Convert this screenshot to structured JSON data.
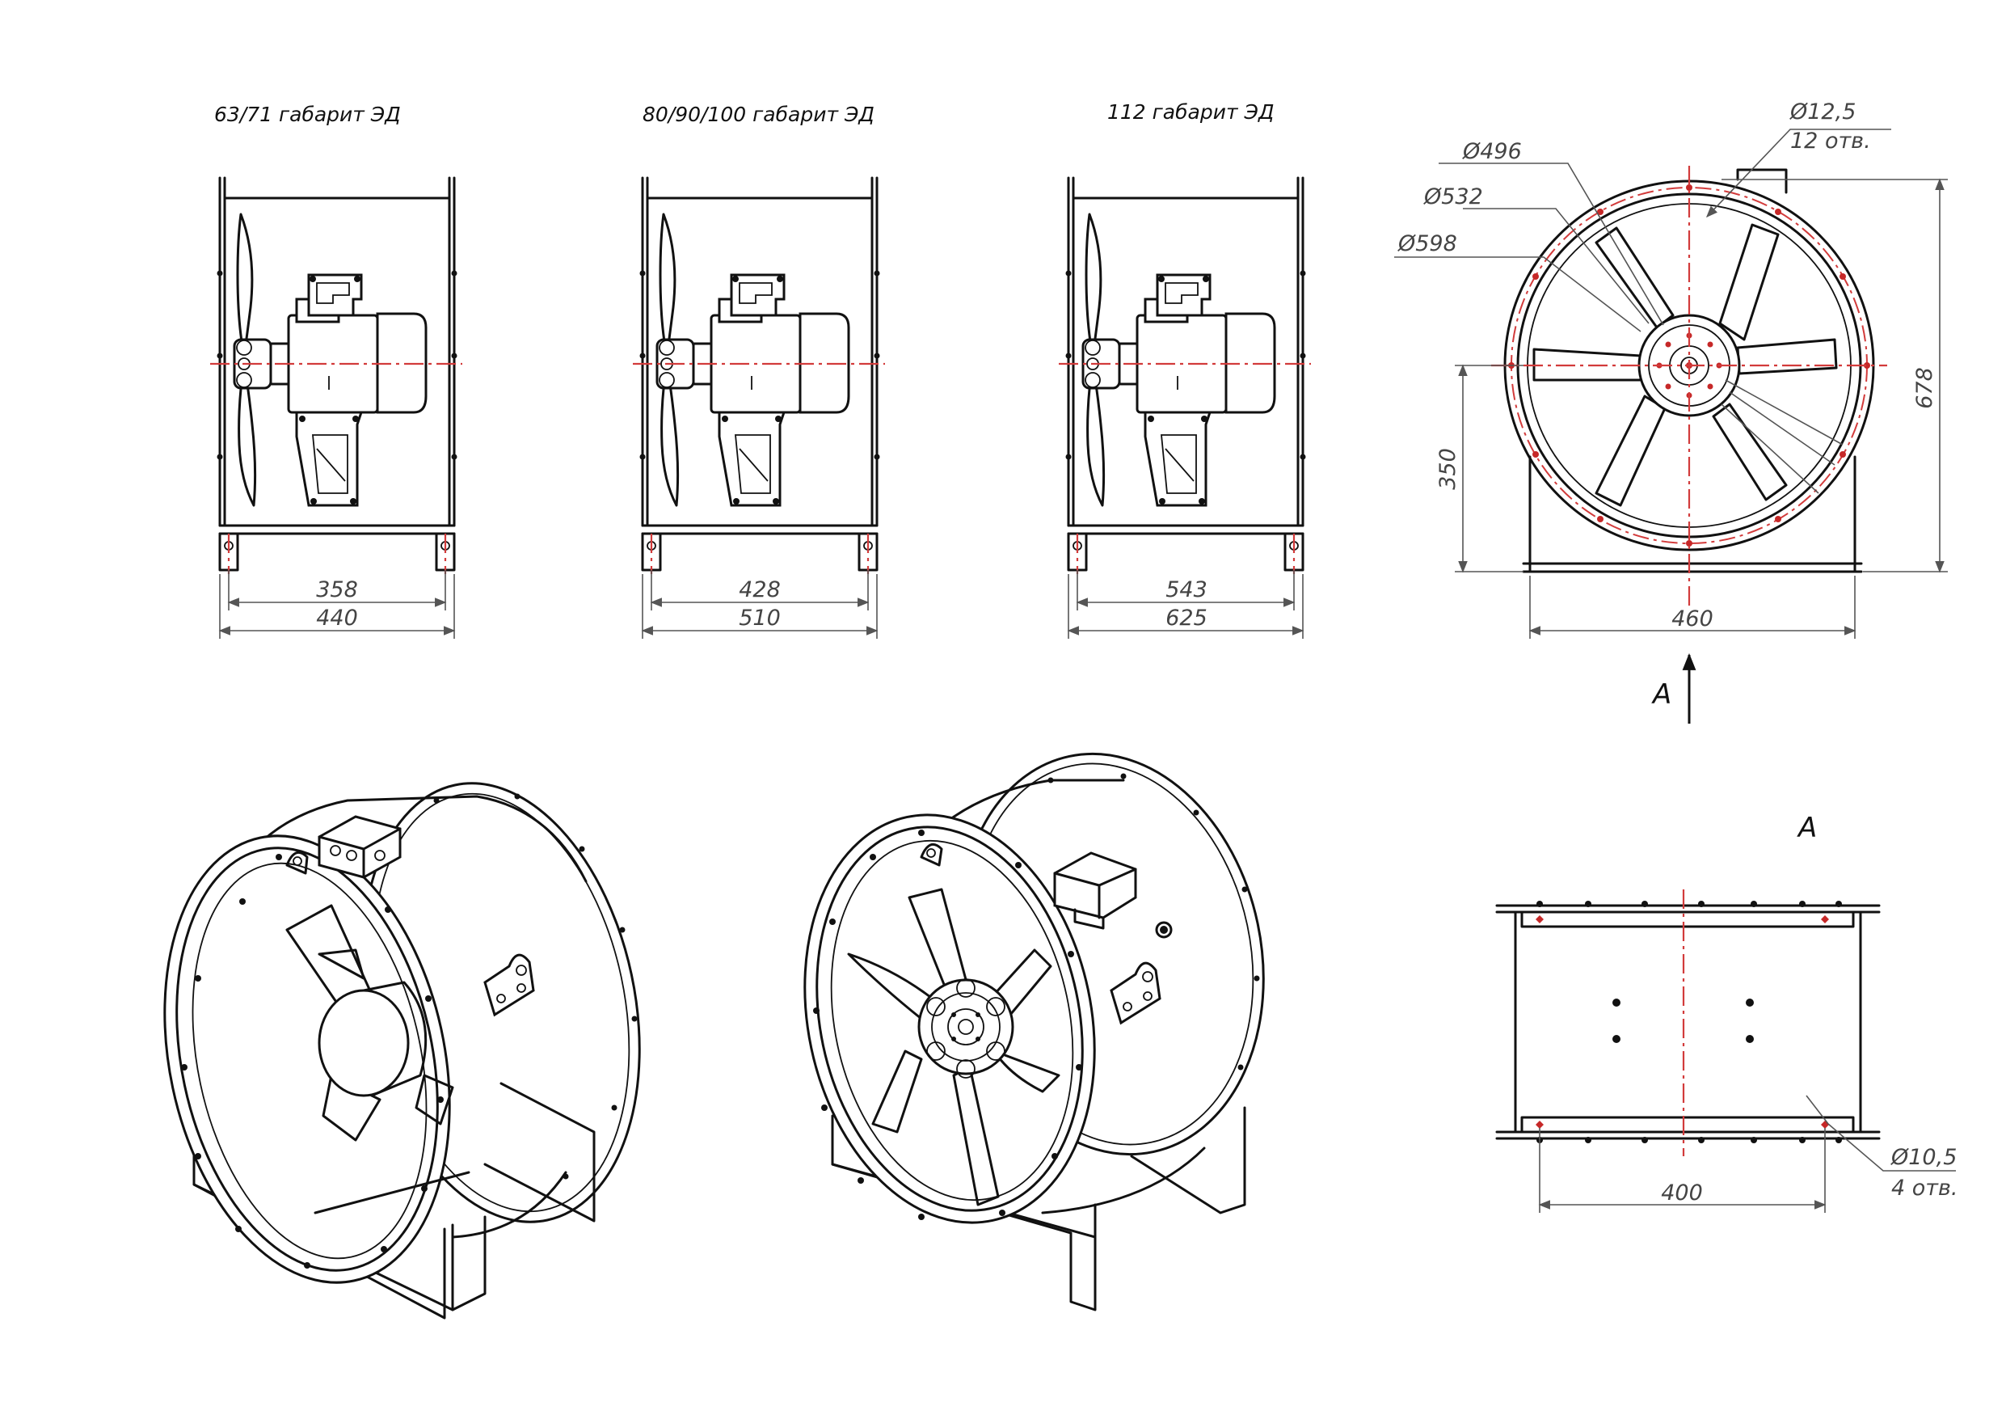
{
  "views": [
    {
      "title": "63/71 габарит ЭД",
      "dim_inner": "358",
      "dim_outer": "440"
    },
    {
      "title": "80/90/100 габарит ЭД",
      "dim_inner": "428",
      "dim_outer": "510"
    },
    {
      "title": "112 габарит ЭД",
      "dim_inner": "543",
      "dim_outer": "625"
    }
  ],
  "front_view": {
    "hole_dia": "Ø12,5",
    "hole_count": "12 отв.",
    "d1": "Ø496",
    "d2": "Ø532",
    "d3": "Ø598",
    "height_total": "678",
    "height_axis": "350",
    "width_base": "460",
    "arrow_label": "A"
  },
  "bottom_view": {
    "title": "A",
    "dim": "400",
    "hole_dia": "Ø10,5",
    "hole_count": "4 отв."
  }
}
